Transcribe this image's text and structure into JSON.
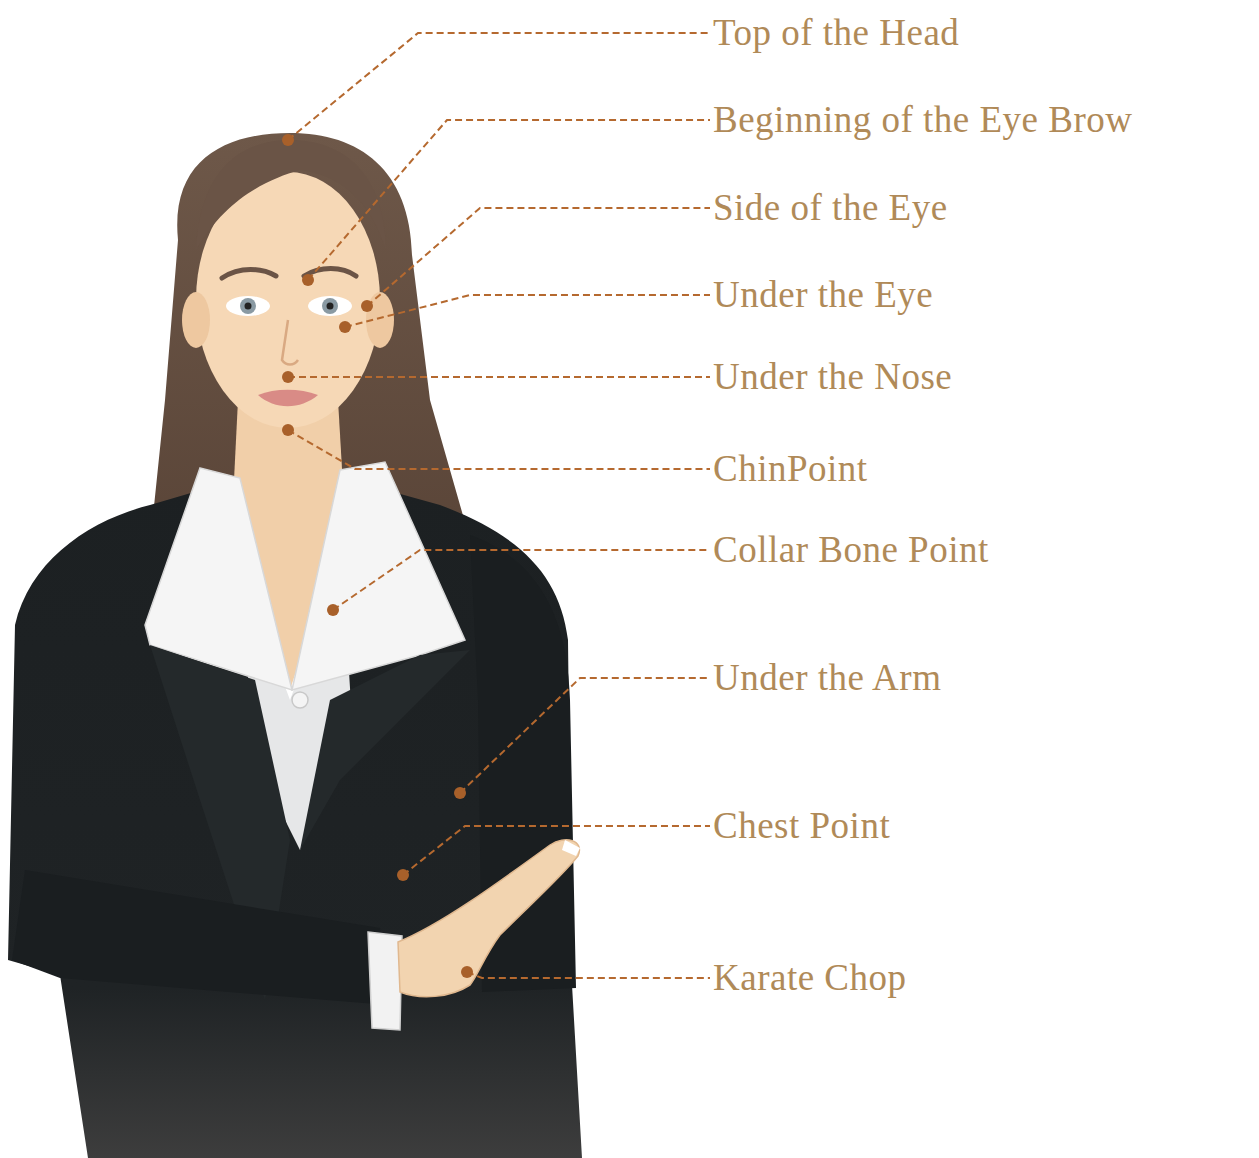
{
  "diagram": {
    "labels": [
      "Top of the Head",
      "Beginning of the Eye Brow",
      "Side of the Eye",
      "Under the Eye",
      "Under the Nose",
      "ChinPoint",
      "Collar Bone Point",
      "Under the Arm",
      "Chest Point",
      "Karate Chop"
    ]
  }
}
